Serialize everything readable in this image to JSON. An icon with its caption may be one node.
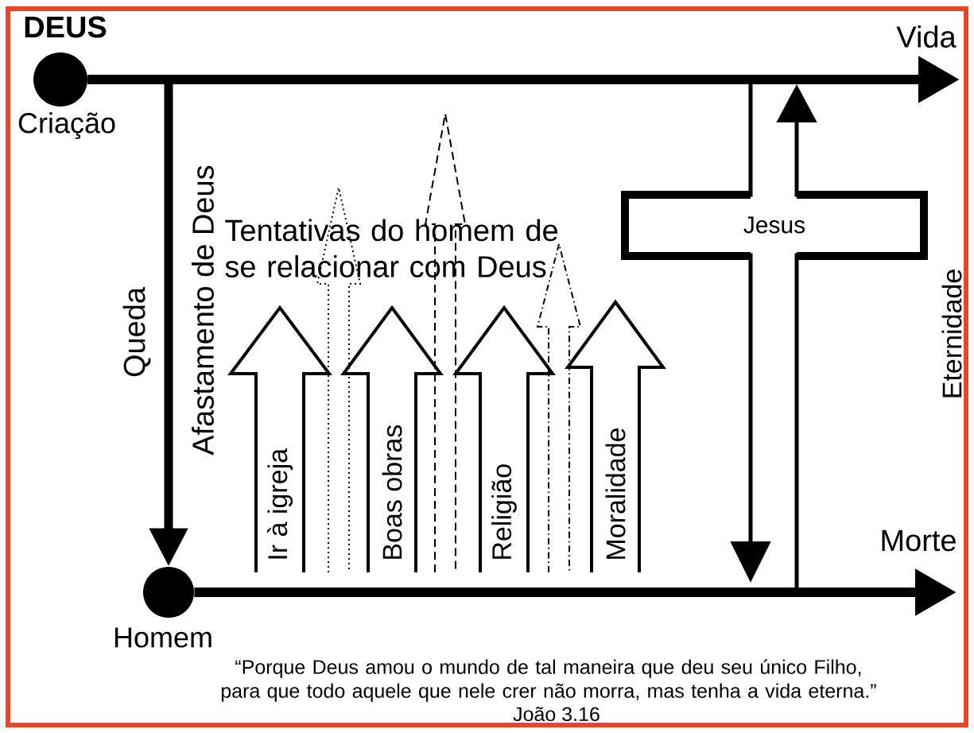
{
  "diagram": {
    "caption": "“Porque Deus amou o mundo de tal maneira que deu seu único Filho, para que todo aquele que nele crer não morra, mas tenha a vida eterna.”",
    "nodes": [
      {
        "text": [
          "DEUS",
          "Criação"
        ]
      },
      {
        "text": [
          "Homem"
        ]
      },
      {
        "text": [
          "Ir à igreja"
        ]
      },
      {
        "text": [],
        "shape": "arrow"
      },
      {
        "text": [
          "Boas obras"
        ]
      },
      {
        "text": [],
        "shape": "arrow"
      },
      {
        "text": [
          "Religião"
        ]
      },
      {
        "text": [],
        "shape": "arrow"
      },
      {
        "text": [
          "Moralidade"
        ]
      },
      {
        "text": [
          "Jesus"
        ]
      }
    ],
    "edges": [
      {
        "from": 0,
        "to": null,
        "arrow": "to",
        "label": "Vida",
        "style": "thick"
      },
      {
        "from": 0,
        "to": 1,
        "arrow": "to",
        "label": "Queda",
        "style": "thick"
      },
      {
        "from": 1,
        "to": null,
        "arrow": "to",
        "label": "Morte",
        "style": "thick"
      },
      {
        "from": 9,
        "to": null,
        "arrow": "to"
      },
      {
        "from": 9,
        "to": null,
        "arrow": "to"
      },
      {
        "from": 9,
        "to": null,
        "arrow": "none"
      },
      {
        "from": 9,
        "to": null,
        "arrow": "none"
      }
    ],
    "labels": [
      "Afastamento de Deus",
      "Tentativas do homem de se relacionar com Deus",
      "Eternidade",
      "João 3.16"
    ]
  }
}
